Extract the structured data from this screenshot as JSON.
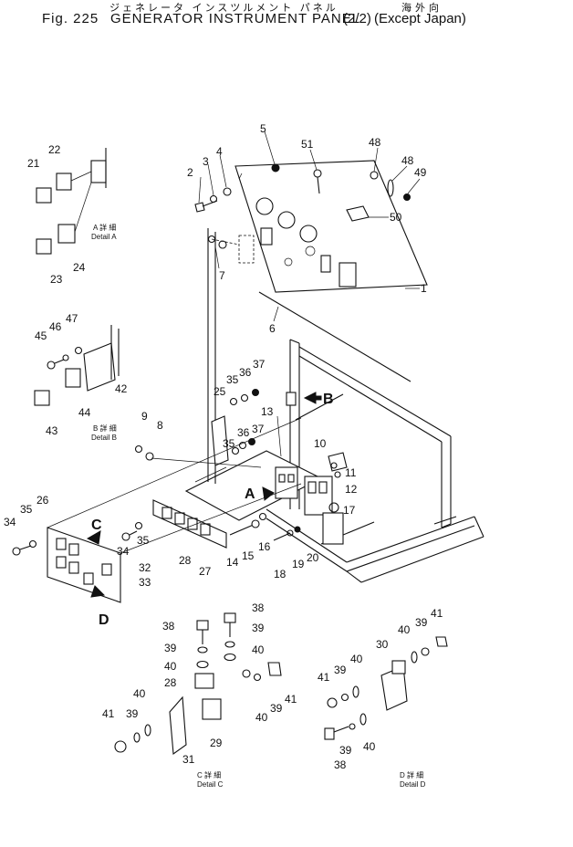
{
  "header": {
    "jp_title": "ジェネレータ インスツルメント パネル",
    "jp_region": "海外向",
    "fig_no": "Fig. 225",
    "title": "GENERATOR INSTRUMENT PANEL",
    "fraction": "(2/2)",
    "except": "(Except Japan)"
  },
  "details": {
    "a_jp": "A 詳 細",
    "a": "Detail A",
    "b_jp": "B 詳 細",
    "b": "Detail B",
    "c_jp": "C 詳 細",
    "c": "Detail C",
    "d_jp": "D 詳 細",
    "d": "Detail D"
  },
  "view_letters": {
    "a": "A",
    "b": "B",
    "c": "C",
    "d": "D"
  },
  "callouts": {
    "n1": "1",
    "n2": "2",
    "n3": "3",
    "n4": "4",
    "n5": "5",
    "n6": "6",
    "n7": "7",
    "n8": "8",
    "n9": "9",
    "n10": "10",
    "n11": "11",
    "n12": "12",
    "n13": "13",
    "n14": "14",
    "n15": "15",
    "n16": "16",
    "n17": "17",
    "n18": "18",
    "n19": "19",
    "n20": "20",
    "n21": "21",
    "n22": "22",
    "n23": "23",
    "n24": "24",
    "n25": "25",
    "n26": "26",
    "n27": "27",
    "n28": "28",
    "n29": "29",
    "n30": "30",
    "n31": "31",
    "n32": "32",
    "n33": "33",
    "n34": "34",
    "n35": "35",
    "n36": "36",
    "n37": "37",
    "n38": "38",
    "n39": "39",
    "n40": "40",
    "n41": "41",
    "n42": "42",
    "n43": "43",
    "n44": "44",
    "n45": "45",
    "n46": "46",
    "n47": "47",
    "n48": "48",
    "n49": "49",
    "n50": "50",
    "n51": "51"
  }
}
